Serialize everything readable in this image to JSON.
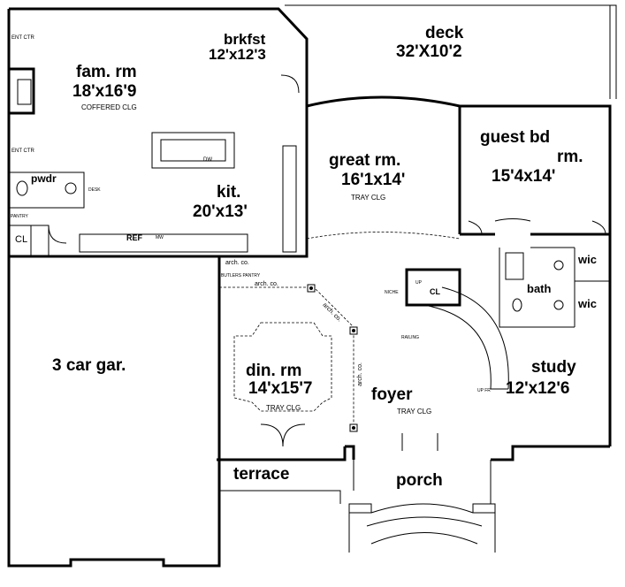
{
  "rooms": {
    "fam_rm": {
      "name": "fam. rm",
      "size": "18'x16'9",
      "note": "COFFERED CLG"
    },
    "brkfst": {
      "name": "brkfst",
      "size": "12'x12'3"
    },
    "deck": {
      "name": "deck",
      "size": "32'X10'2"
    },
    "great_rm": {
      "name": "great rm.",
      "size": "16'1x14'",
      "note": "TRAY CLG"
    },
    "guest_bd": {
      "name_line1": "guest bd",
      "name_line2": "rm.",
      "size": "15'4x14'"
    },
    "kit": {
      "name": "kit.",
      "size": "20'x13'"
    },
    "pwdr": {
      "name": "pwdr"
    },
    "cl": {
      "name": "CL"
    },
    "wic_upper": {
      "name": "wic"
    },
    "wic_lower": {
      "name": "wic"
    },
    "bath": {
      "name": "bath"
    },
    "garage": {
      "name": "3 car gar."
    },
    "din_rm": {
      "name": "din. rm",
      "size": "14'x15'7",
      "note": "TRAY CLG"
    },
    "foyer": {
      "name": "foyer",
      "note": "TRAY CLG"
    },
    "study": {
      "name": "study",
      "size": "12'x12'6"
    },
    "terrace": {
      "name": "terrace"
    },
    "porch": {
      "name": "porch"
    }
  },
  "small_labels": {
    "ent_ctr_top": "ENT CTR",
    "ent_ctr_mid": "ENT CTR",
    "pantry": "PANTRY",
    "ref": "REF",
    "dw": "DW",
    "desk": "DESK",
    "mw": "MW",
    "arch_co_1": "arch. co.",
    "arch_co_2": "arch. co.",
    "arch_co_3": "arch. co.",
    "arch_co_4": "arch. co.",
    "butlers_pantry": "BUTLERS PANTRY",
    "niche": "NICHE",
    "cl_stair": "CL",
    "railing": "RAILING",
    "up": "UP",
    "up_fr": "UP FR"
  }
}
